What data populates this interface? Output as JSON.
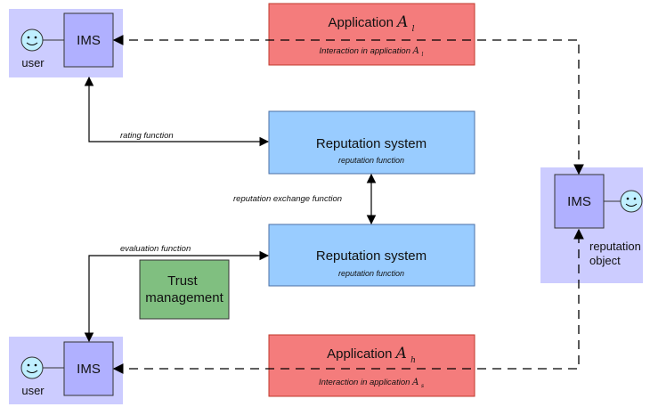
{
  "top_app": {
    "title": "Application",
    "title_symbol": "A",
    "title_subscript": "l",
    "subtitle": "Interaction in application",
    "subtitle_symbol": "A",
    "subtitle_subscript": "l"
  },
  "bottom_app": {
    "title": "Application",
    "title_symbol": "A",
    "title_subscript": "h",
    "subtitle": "Interaction in application",
    "subtitle_symbol": "A",
    "subtitle_subscript": "s"
  },
  "rep_top": {
    "title": "Reputation system",
    "subtitle": "reputation function"
  },
  "rep_bottom": {
    "title": "Reputation system",
    "subtitle": "reputation function"
  },
  "user_top": {
    "ims": "IMS",
    "label": "user"
  },
  "user_bottom": {
    "ims": "IMS",
    "label": "user"
  },
  "rep_object": {
    "ims": "IMS",
    "label_line1": "reputation",
    "label_line2": "object"
  },
  "trust": {
    "line1": "Trust",
    "line2": "management"
  },
  "edges": {
    "rating": "rating function",
    "exchange": "reputation exchange function",
    "evaluation": "evaluation function"
  },
  "colors": {
    "app_fill": "#f47c7c",
    "app_stroke": "#c0392b",
    "rep_fill": "#99ccff",
    "rep_stroke": "#4a6fa5",
    "ims_fill": "#b0b0ff",
    "panel_fill": "#ccccff",
    "trust_fill": "#80bf80",
    "smiley_fill": "#bfefff"
  }
}
